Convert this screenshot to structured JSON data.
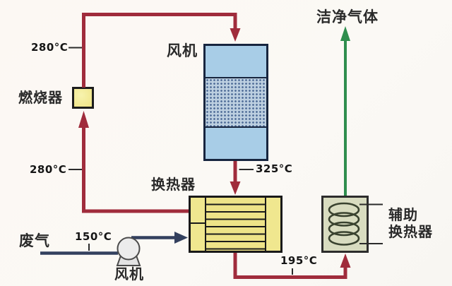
{
  "equipment": {
    "burner": {
      "label": "燃烧器"
    },
    "top_fan": {
      "label": "风机"
    },
    "heat_exchanger": {
      "label": "换热器"
    },
    "aux_exchanger": {
      "label_line1": "辅助",
      "label_line2": "换热器"
    },
    "bottom_fan": {
      "label": "风机"
    }
  },
  "streams": {
    "waste_gas": {
      "label": "废气"
    },
    "clean_gas": {
      "label": "洁净气体"
    }
  },
  "temperatures": {
    "burner_outlet": "280°C",
    "exchanger_to_burner": "280°C",
    "waste_gas_inlet": "150°C",
    "tower_outlet": "325°C",
    "exchanger_outlet": "195°C"
  },
  "colors": {
    "hot_stream": "#a02c3c",
    "cold_stream": "#33405e",
    "clean_stream": "#2f8e4e",
    "vessel_yellow": "#f0e78f",
    "tower_blue": "#a6cce6",
    "aux_fill": "#d8dcc0",
    "background": "#fbf8f4"
  }
}
